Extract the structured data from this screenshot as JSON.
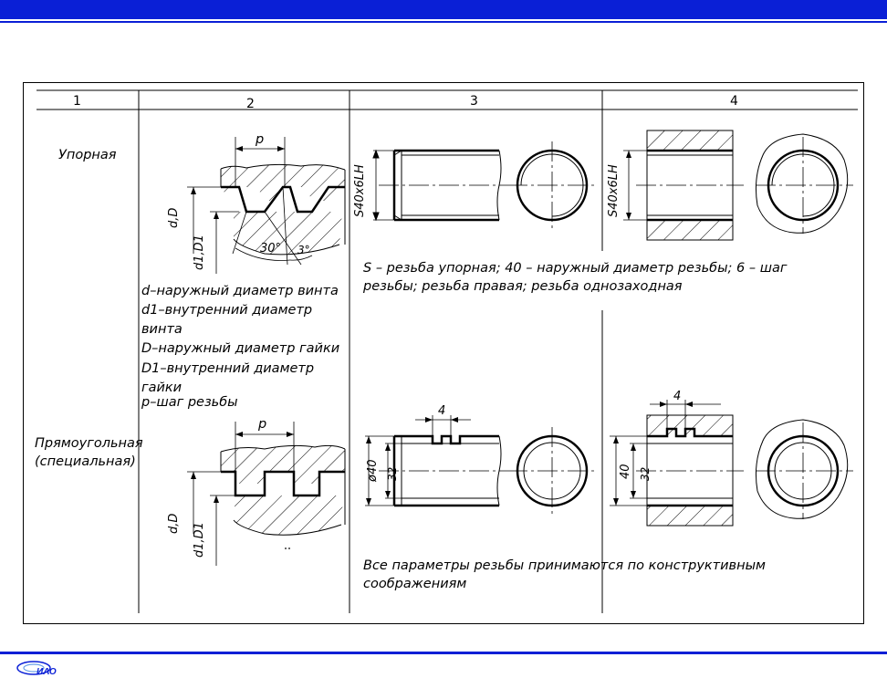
{
  "header": {
    "cols": [
      "1",
      "2",
      "3",
      "4"
    ]
  },
  "rows": {
    "upornaya": {
      "label": "Упорная",
      "p": "p",
      "dd": "d,D",
      "d1": "d1,D1",
      "angle1": "30°",
      "angle2": "3°",
      "mark3": "S40x6LH",
      "mark4": "S40x6LH",
      "desc_line1": "S  –  резьба упорная; 40  –  наружный диаметр резьбы; 6  –  шаг",
      "desc_line2": "резьбы;  резьба правая;  резьба однозаходная"
    },
    "legend": [
      "d–наружный диаметр винта",
      "d1–внутренний диаметр",
      "винта",
      "D–наружный диаметр гайки",
      "D1–внутренний диаметр",
      "гайки",
      "p–шаг резьбы"
    ],
    "rect": {
      "label_line1": "Прямоугольная",
      "label_line2": "(специальная)",
      "p": "p",
      "dd": "d,D",
      "d1": "d1,D1",
      "pitch3": "4",
      "pitch4": "4",
      "dia3": "ø40",
      "dia3b": "32",
      "dia4": "40",
      "dia4b": "32",
      "desc_line1": "Все параметры резьбы принимаются по конструктивным",
      "desc_line2": "соображениям"
    }
  },
  "footer": {
    "logo_text": "ИАО"
  }
}
